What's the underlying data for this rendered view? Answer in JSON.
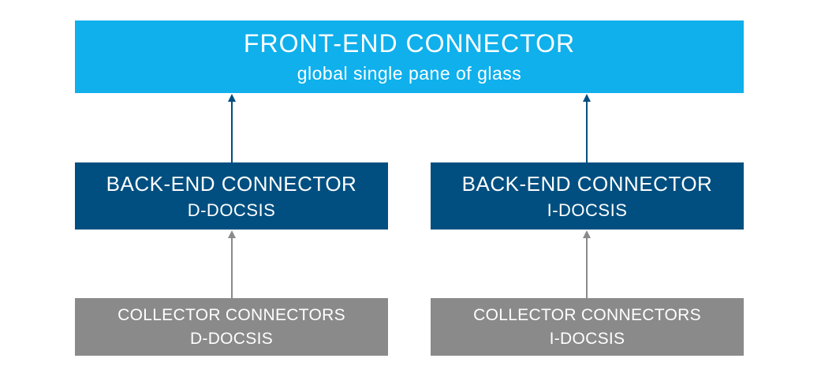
{
  "front_end": {
    "title": "FRONT-END CONNECTOR",
    "subtitle": "global single pane of glass"
  },
  "back_end": [
    {
      "title": "BACK-END CONNECTOR",
      "subtitle": "D-DOCSIS"
    },
    {
      "title": "BACK-END CONNECTOR",
      "subtitle": "I-DOCSIS"
    }
  ],
  "collectors": [
    {
      "title": "COLLECTOR CONNECTORS",
      "subtitle": "D-DOCSIS"
    },
    {
      "title": "COLLECTOR CONNECTORS",
      "subtitle": "I-DOCSIS"
    }
  ],
  "colors": {
    "front_end": "#0fb0ec",
    "back_end": "#004f80",
    "collector": "#8a8a8a",
    "arrow_upper": "#004f80",
    "arrow_lower": "#8a8a8a"
  }
}
